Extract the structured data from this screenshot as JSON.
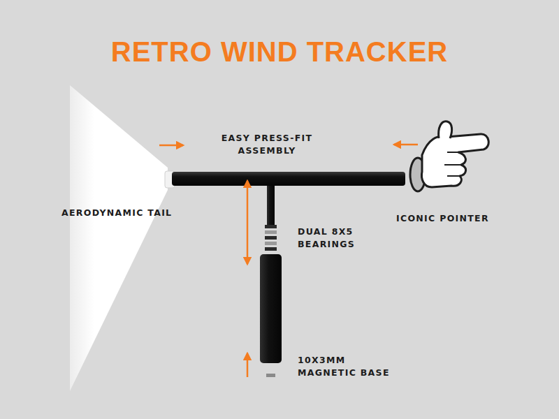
{
  "diagram": {
    "title": "RETRO WIND TRACKER",
    "labels": [
      "EASY PRESS-FIT ASSEMBLY",
      "AERODYNAMIC TAIL",
      "ICONIC POINTER",
      "DUAL 8X5 BEARINGS",
      "10X3MM MAGNETIC BASE"
    ]
  }
}
